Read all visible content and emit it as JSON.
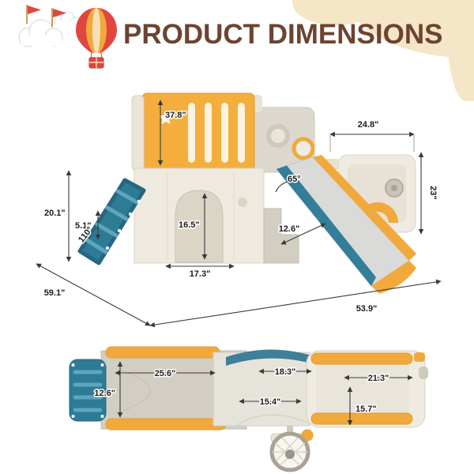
{
  "header": {
    "title": "PRODUCT DIMENSIONS"
  },
  "colors": {
    "title_text": "#6d4330",
    "tan_background": "#f4e6c6",
    "playset_yellow": "#f3ae3d",
    "playset_teal": "#2e7b96",
    "playset_cream": "#efebe0",
    "playset_gray": "#d6d2c7",
    "flag_red": "#e2453f",
    "dimension_line": "#3a3a3a"
  },
  "perspective_view": {
    "dims": {
      "tower_height": "37.8\"",
      "top_span": "24.8\"",
      "right_height": "23\"",
      "slide_angle": "65°",
      "ladder_height": "20.1\"",
      "step_rise": "5.1\"",
      "ladder_angle": "110°",
      "door_height": "16.5\"",
      "door_width": "17.3\"",
      "slide_width": "12.6\"",
      "base_depth": "59.1\"",
      "base_width": "53.9\""
    }
  },
  "top_view": {
    "dims": {
      "deck_length": "25.6\"",
      "deck_width": "12.6\"",
      "tunnel_span": "18.3\"",
      "tunnel_width": "15.4\"",
      "right_span": "21.3\"",
      "right_width": "15.7\""
    }
  }
}
